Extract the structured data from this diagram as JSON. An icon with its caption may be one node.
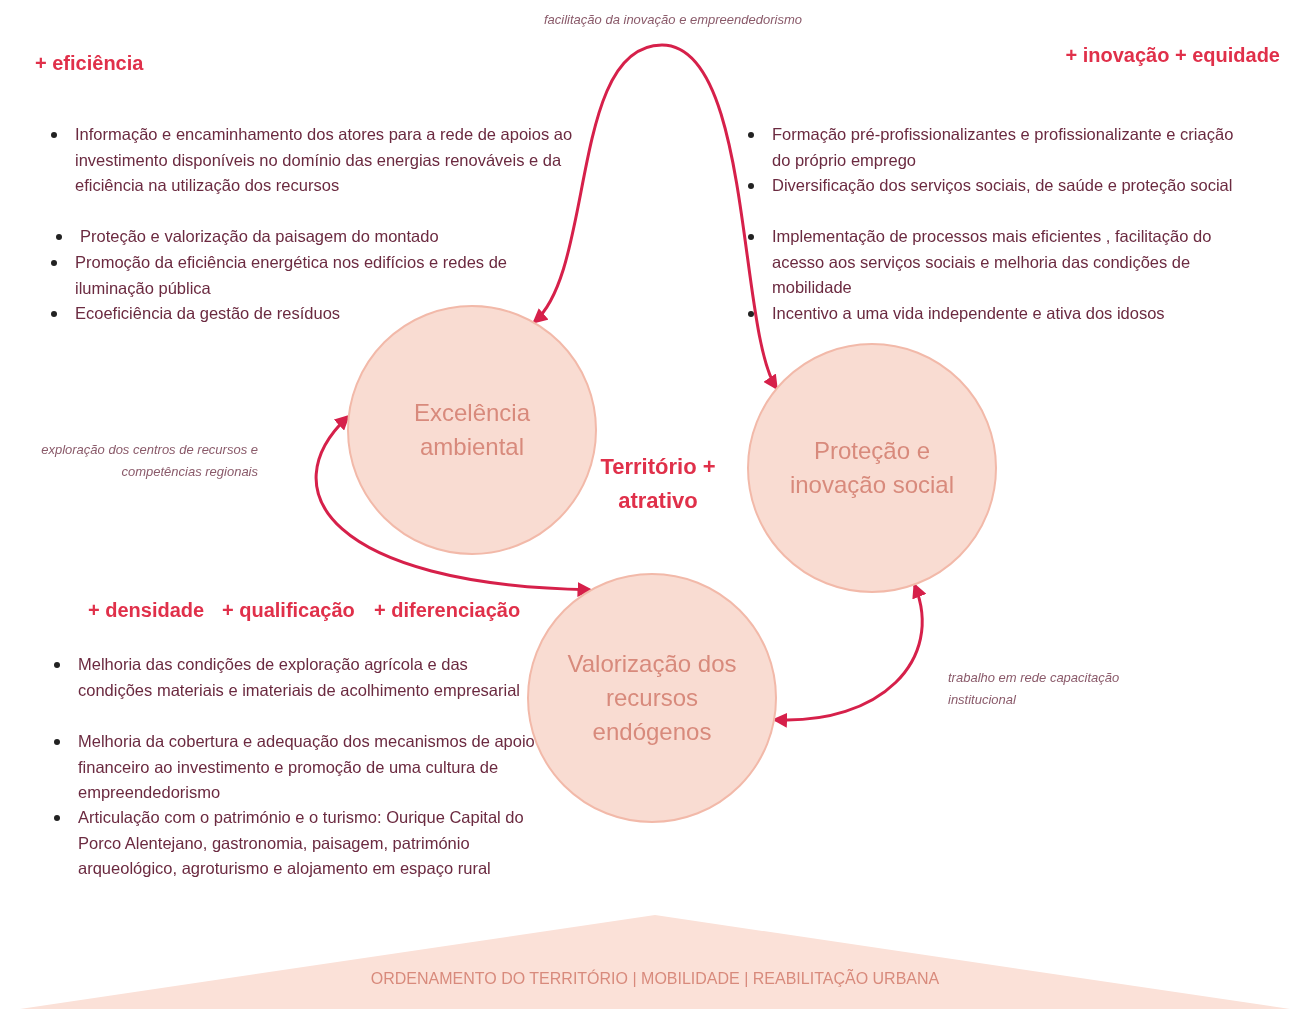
{
  "diagram": {
    "nodes": [
      {
        "text": [
          "Excelência ambiental"
        ]
      },
      {
        "text": [
          "Proteção e inovação social"
        ]
      },
      {
        "text": [
          "Valorização dos recursos endógenos"
        ]
      },
      {
        "text": [
          "ORDENAMENTO DO TERRITÓRIO | MOBILIDADE | REABILITAÇÃO URBANA"
        ]
      }
    ],
    "edges": [
      {
        "from": 0,
        "to": 1,
        "arrow": "both",
        "label": "facilitação da inovação e empreendedorismo"
      },
      {
        "from": 0,
        "to": 2,
        "arrow": "both",
        "label": "exploração dos centros de recursos e competências regionais"
      },
      {
        "from": 1,
        "to": 2,
        "arrow": "both",
        "label": "trabalho em rede capacitação institucional"
      }
    ],
    "labels": [
      "+ eficiência",
      "+ inovação + equidade",
      "Informação e encaminhamento dos atores para a rede de apoios ao investimento disponíveis no domínio das energias renováveis e da eficiência na utilização dos recursos",
      "Proteção e valorização da paisagem do montado",
      "Promoção da eficiência energética nos edifícios e redes de iluminação pública",
      "Ecoeficiência da gestão de resíduos",
      "Formação pré-profissionalizantes e profissionalizante  e criação do próprio emprego",
      "Diversificação dos serviços sociais, de saúde e proteção social",
      "Implementação de processos mais eficientes , facilitação do acesso aos serviços sociais e melhoria das condições de mobilidade",
      "Incentivo a uma vida independente e ativa dos idosos",
      "Território + atrativo",
      "+ densidade",
      "+ qualificação",
      "+ diferenciação",
      "Melhoria das condições de exploração agrícola e das condições materiais e imateriais de acolhimento empresarial",
      "Melhoria da cobertura e adequação dos mecanismos de apoio financeiro ao investimento e promoção de uma cultura de empreendedorismo",
      "Articulação com o património e o turismo: Ourique Capital do Porco Alentejano, gastronomia,  paisagem, património arqueológico, agroturismo e alojamento em espaço rural"
    ]
  }
}
